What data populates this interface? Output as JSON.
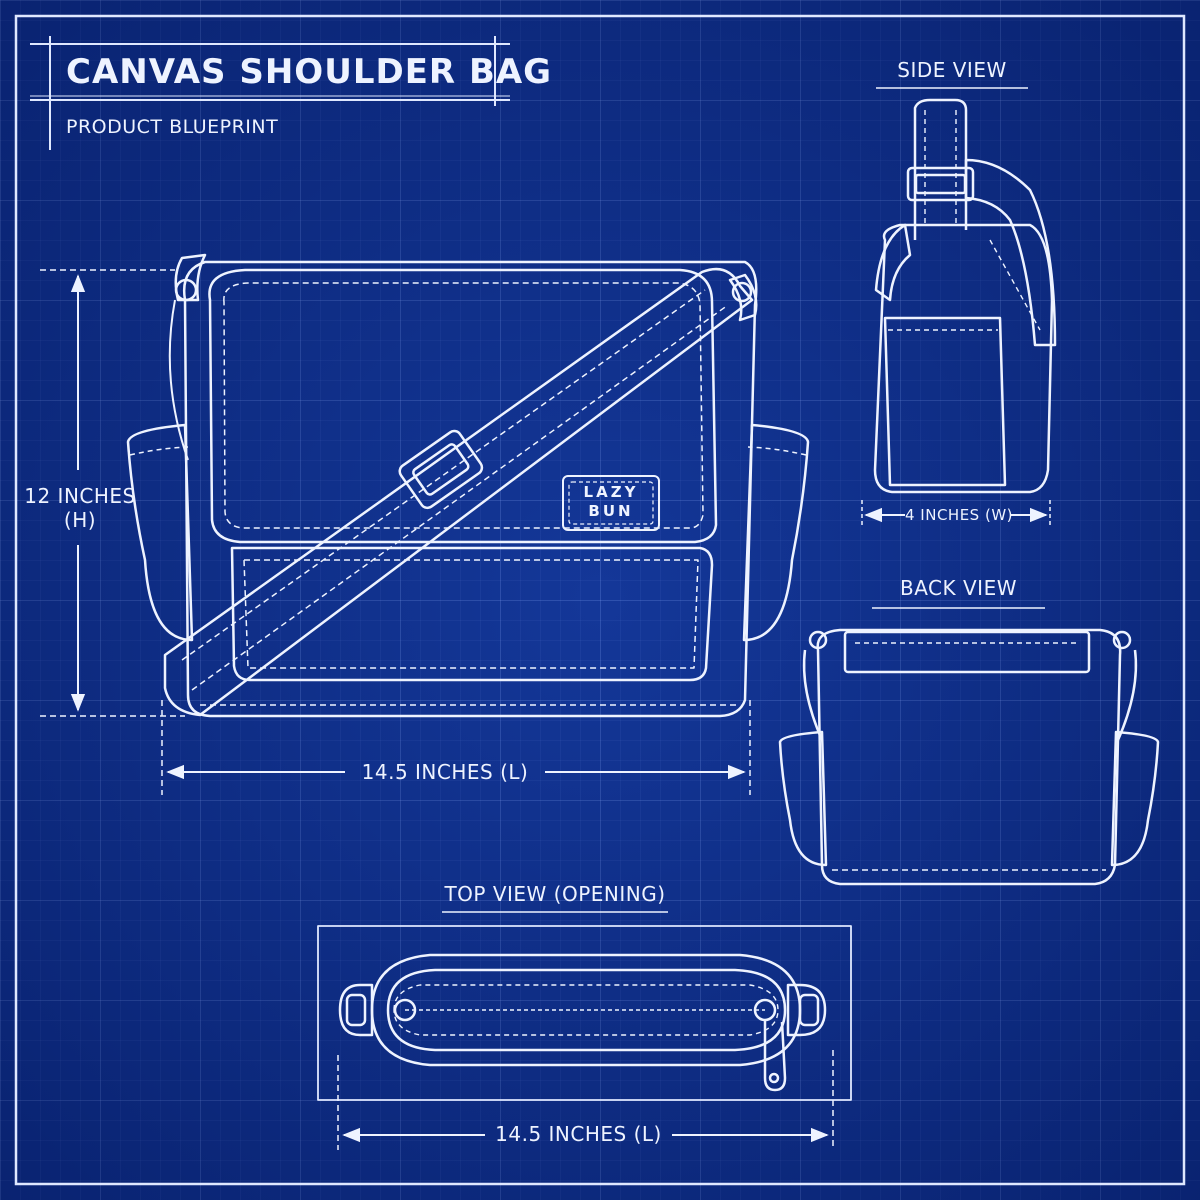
{
  "title": "CANVAS SHOULDER BAG",
  "subtitle": "PRODUCT BLUEPRINT",
  "views": {
    "side": "SIDE VIEW",
    "back": "BACK VIEW",
    "top": "TOP VIEW (OPENING)"
  },
  "dimensions": {
    "height_line1": "12 INCHES",
    "height_line2": "(H)",
    "length_front": "14.5 INCHES (L)",
    "width_side": "4 INCHES (W)",
    "length_top": "14.5 INCHES (L)"
  },
  "logo": {
    "line1": "LAZY",
    "line2": "BUN"
  },
  "colors": {
    "background": "#0d2f8c",
    "line": "#eef3ff"
  }
}
